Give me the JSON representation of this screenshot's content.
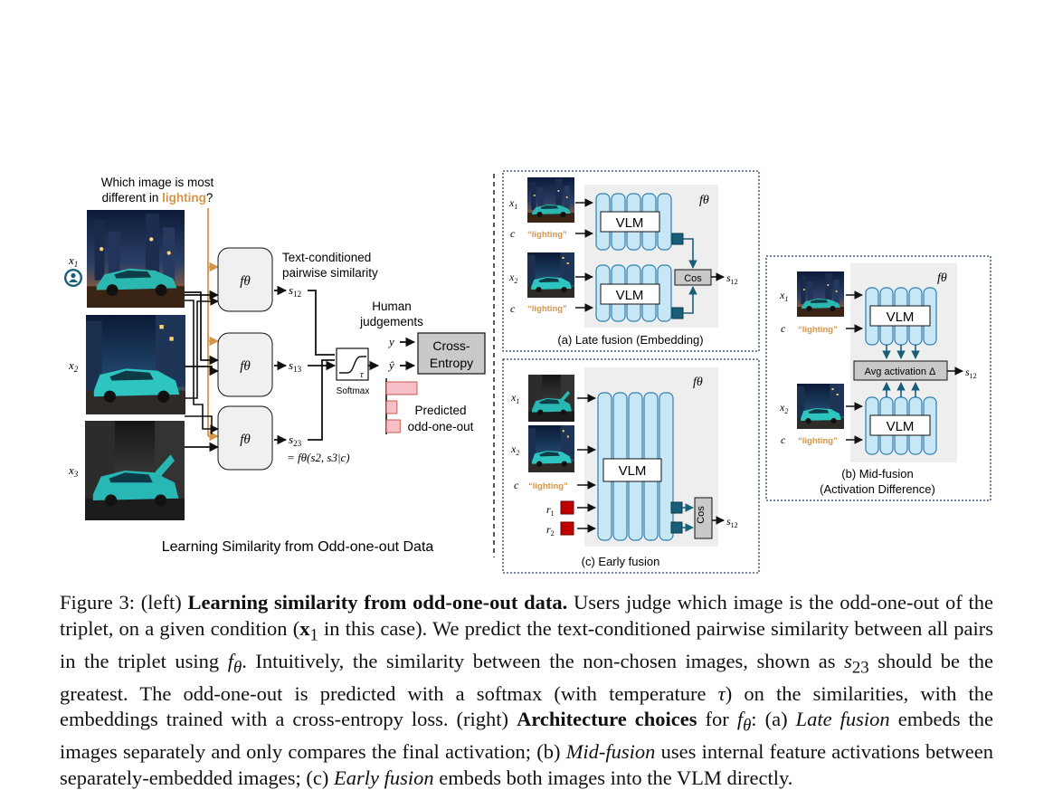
{
  "left": {
    "question_line1": "Which image is most",
    "question_line2_prefix": "different in ",
    "question_highlight": "lighting",
    "question_suffix": "?",
    "inputs": [
      "x1",
      "x2",
      "x3"
    ],
    "model_label": "fθ",
    "similarity_title_line1": "Text-conditioned",
    "similarity_title_line2": "pairwise similarity",
    "similarities": [
      "s12",
      "s13",
      "s23"
    ],
    "similarity_formula": "= fθ(s2, s3|c)",
    "softmax_label": "Softmax",
    "tau": "τ",
    "human_line1": "Human",
    "human_line2": "judgements",
    "y_label": "y",
    "yhat_label": "ŷ",
    "loss_line1": "Cross-",
    "loss_line2": "Entropy",
    "predicted_line1": "Predicted",
    "predicted_line2": "odd-one-out",
    "predicted_fractions": [
      1.0,
      0.35,
      0.45
    ],
    "bottom_title": "Learning Similarity from Odd-one-out Data"
  },
  "late_fusion": {
    "f_label": "fθ",
    "vlm": "VLM",
    "cond": "“lighting”",
    "c": "c",
    "cos": "Cos",
    "out": "s12",
    "caption": "(a) Late fusion (Embedding)"
  },
  "early_fusion": {
    "f_label": "fθ",
    "vlm": "VLM",
    "cond": "“lighting”",
    "c": "c",
    "r1": "r1",
    "r2": "r2",
    "cos": "Cos",
    "out": "s12",
    "caption": "(c) Early fusion"
  },
  "mid_fusion": {
    "f_label": "fθ",
    "vlm": "VLM",
    "cond": "“lighting”",
    "c": "c",
    "avg": "Avg activation Δ",
    "out": "s12",
    "caption_line1": "(b) Mid-fusion",
    "caption_line2": "(Activation Difference)"
  },
  "caption": {
    "lead": "Figure 3: (left) ",
    "bold1": "Learning similarity from odd-one-out data.",
    "t1": " Users judge which image is the odd-one-out of the triplet, on a given condition (",
    "x1_bold": "x",
    "x1_sub": "1",
    "t2": " in this case). We predict the text-conditioned pairwise similarity between all pairs in the triplet using ",
    "f_sym": "f",
    "f_sub": "θ",
    "t3": ". Intuitively, the similarity between the non-chosen images, shown as ",
    "s_sym": "s",
    "s_sub": "23",
    "t4": " should be the greatest. The odd-one-out is predicted with a softmax (with temperature ",
    "tau": "τ",
    "t5": ") on the similarities, with the embeddings trained with a cross-entropy loss. (right) ",
    "bold2": "Architecture choices",
    "t6": " for ",
    "t7": ": (a) ",
    "i1": "Late fusion",
    "t8": " embeds the images separately and only compares the final activation; (b) ",
    "i2": "Mid-fusion",
    "t9": " uses internal feature activations between separately-embedded images; (c) ",
    "i3": "Early fusion",
    "t10": " embeds both images into the VLM directly."
  },
  "colors": {
    "orange": "#d4964a",
    "teal": "#1a5f7a",
    "light_blue": "#c7e7f6",
    "blue_stroke": "#2f7fb0",
    "gray_panel": "#eeeeee",
    "pink": "#f7c0c8",
    "red_square": "#c00000",
    "navy_dot": "#1f3f6e"
  }
}
